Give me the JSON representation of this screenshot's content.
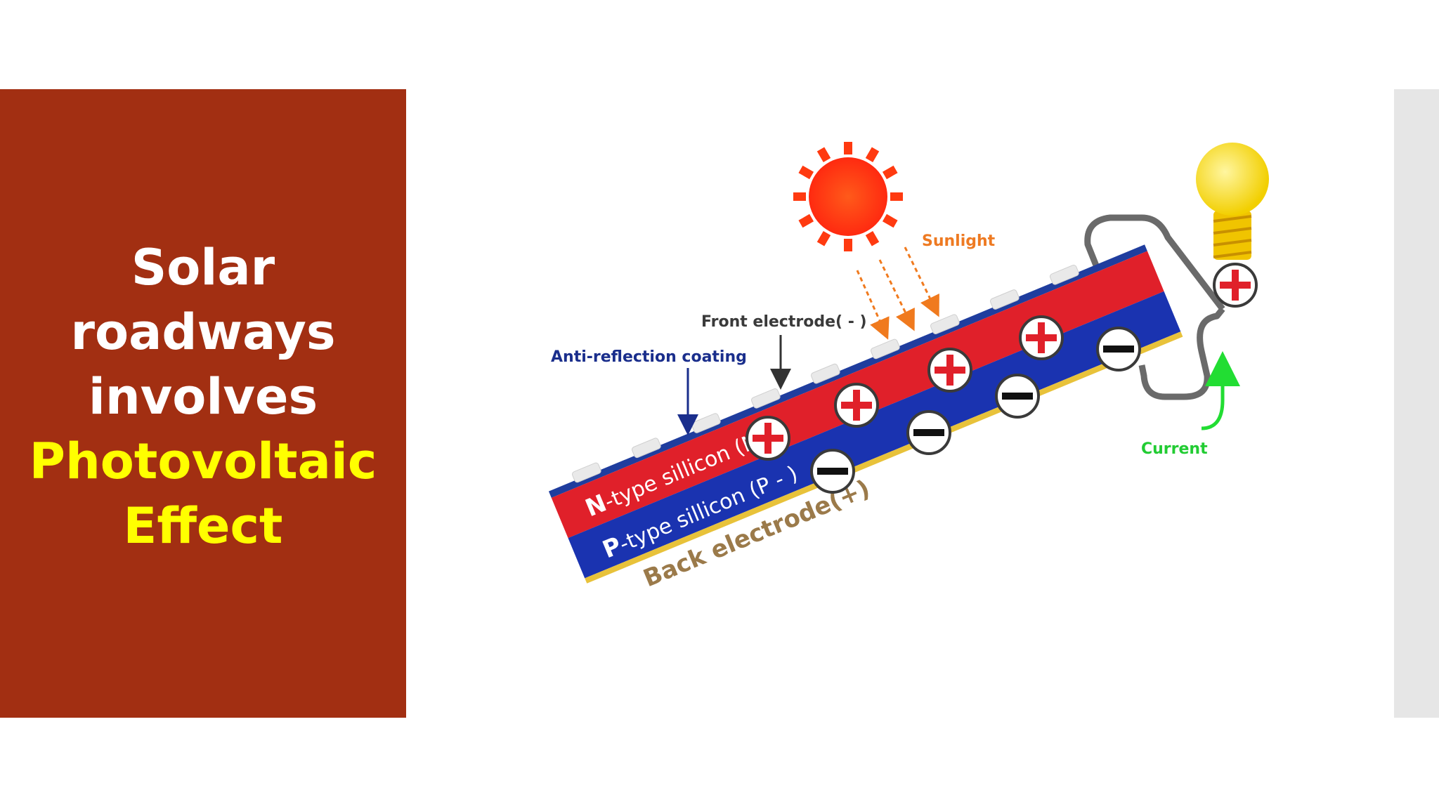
{
  "slide": {
    "title_lines": [
      "Solar",
      "roadways",
      "involves"
    ],
    "highlight_lines": [
      "Photovoltaic",
      "Effect"
    ]
  },
  "diagram": {
    "labels": {
      "sunlight": "Sunlight",
      "front_electrode": "Front electrode( - )",
      "anti_reflection": "Anti-reflection coating",
      "n_type_bold": "N",
      "n_type_rest": "-type sillicon (N+)",
      "p_type_bold": "P",
      "p_type_rest": "-type sillicon (P - )",
      "back_electrode": "Back electrode(+)",
      "current": "Current"
    },
    "colors": {
      "n_layer": "#e0202a",
      "p_layer": "#1a33b0",
      "coating": "#1f3d9e",
      "back": "#e8c23a",
      "sun": "#ff3a10",
      "arrow": "#f07a1e",
      "current": "#22dd33",
      "wire": "#6a6a6a",
      "bulb": "#f5d800"
    }
  }
}
